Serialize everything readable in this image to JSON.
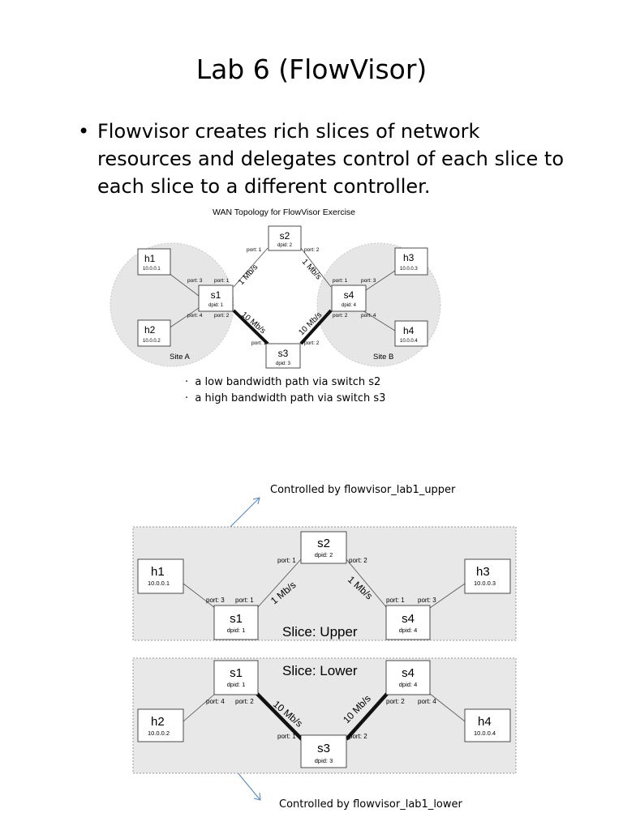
{
  "slide": {
    "title": "Lab 6 (FlowVisor)",
    "bullet": "Flowvisor creates rich slices of network resources and delegates control of each slice to each slice to a different controller.",
    "sub_bullets": [
      "a low bandwidth path via switch s2",
      "a high bandwidth path via switch s3"
    ],
    "controlled_upper": "Controlled by flowvisor_lab1_upper",
    "controlled_lower": "Controlled by flowvisor_lab1_lower"
  },
  "top_diagram": {
    "title": "WAN Topology for FlowVisor Exercise",
    "site_a": "Site A",
    "site_b": "Site B",
    "switches": {
      "s1": {
        "name": "s1",
        "dpid": "dpid: 1"
      },
      "s2": {
        "name": "s2",
        "dpid": "dpid: 2"
      },
      "s3": {
        "name": "s3",
        "dpid": "dpid: 3"
      },
      "s4": {
        "name": "s4",
        "dpid": "dpid: 4"
      }
    },
    "hosts": {
      "h1": {
        "name": "h1",
        "ip": "10.0.0.1"
      },
      "h2": {
        "name": "h2",
        "ip": "10.0.0.2"
      },
      "h3": {
        "name": "h3",
        "ip": "10.0.0.3"
      },
      "h4": {
        "name": "h4",
        "ip": "10.0.0.4"
      }
    },
    "ports": {
      "p1": "port: 1",
      "p2": "port: 2",
      "p3": "port: 3",
      "p4": "port: 4"
    },
    "links": {
      "low": "1 Mb/s",
      "high": "10 Mb/s"
    }
  },
  "slice_upper": {
    "label": "Slice: Upper"
  },
  "slice_lower": {
    "label": "Slice: Lower"
  },
  "colors": {
    "arrow": "#4f81bd",
    "site_fill": "#e6e6e6",
    "slice_fill": "#e8e8e8"
  }
}
